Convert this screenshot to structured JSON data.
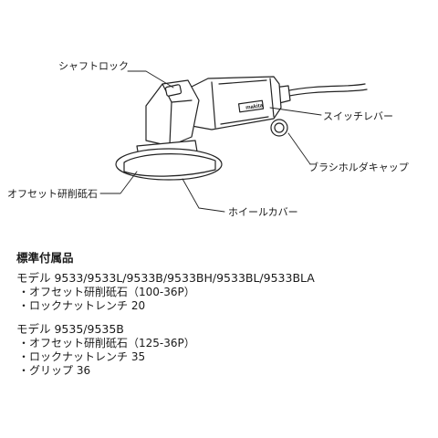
{
  "figure": {
    "callouts": {
      "shaft_lock": "シャフトロック",
      "switch_lever": "スイッチレバー",
      "brush_holder_cap": "ブラシホルダキャップ",
      "offset_wheel": "オフセット研削砥石",
      "wheel_cover": "ホイールカバー"
    },
    "brand": "makita"
  },
  "accessories": {
    "heading": "標準付属品",
    "groups": [
      {
        "model": "モデル 9533/9533L/9533B/9533BH/9533BL/9533BLA",
        "items": [
          "オフセット研削砥石（100-36P）",
          "ロックナットレンチ 20"
        ]
      },
      {
        "model": "モデル 9535/9535B",
        "items": [
          "オフセット研削砥石（125-36P）",
          "ロックナットレンチ 35",
          "グリップ 36"
        ]
      }
    ],
    "bullet": "・"
  }
}
